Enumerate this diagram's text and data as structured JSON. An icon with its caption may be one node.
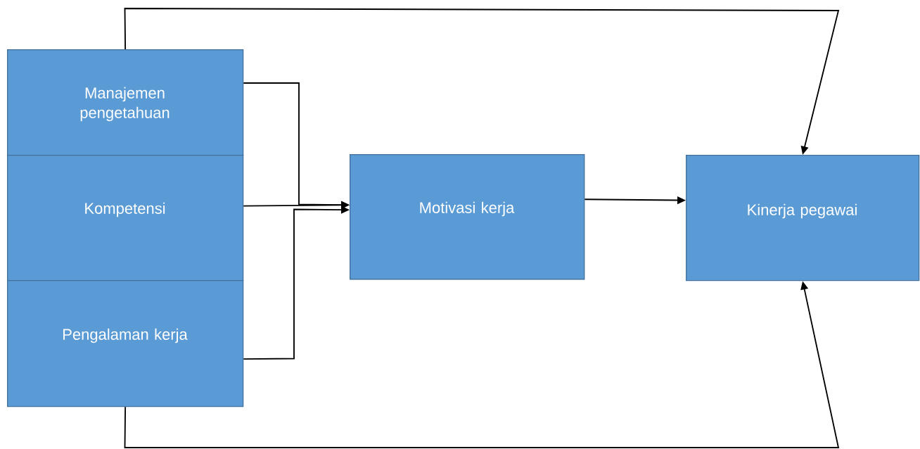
{
  "diagram": {
    "nodes": [
      {
        "text": [
          "Manajemen pengetahuan"
        ]
      },
      {
        "text": [
          "Kompetensi"
        ]
      },
      {
        "text": [
          "Pengalaman kerja"
        ]
      },
      {
        "text": [
          "Motivasi kerja"
        ]
      },
      {
        "text": [
          "Kinerja pegawai"
        ]
      }
    ],
    "edges": [
      {
        "from": 0,
        "to": 3,
        "arrow": "to"
      },
      {
        "from": 1,
        "to": 3,
        "arrow": "to"
      },
      {
        "from": 2,
        "to": 3,
        "arrow": "to"
      },
      {
        "from": 3,
        "to": 4,
        "arrow": "to"
      },
      {
        "from": 0,
        "to": 4,
        "arrow": "to"
      },
      {
        "from": 2,
        "to": 4,
        "arrow": "to"
      }
    ]
  }
}
